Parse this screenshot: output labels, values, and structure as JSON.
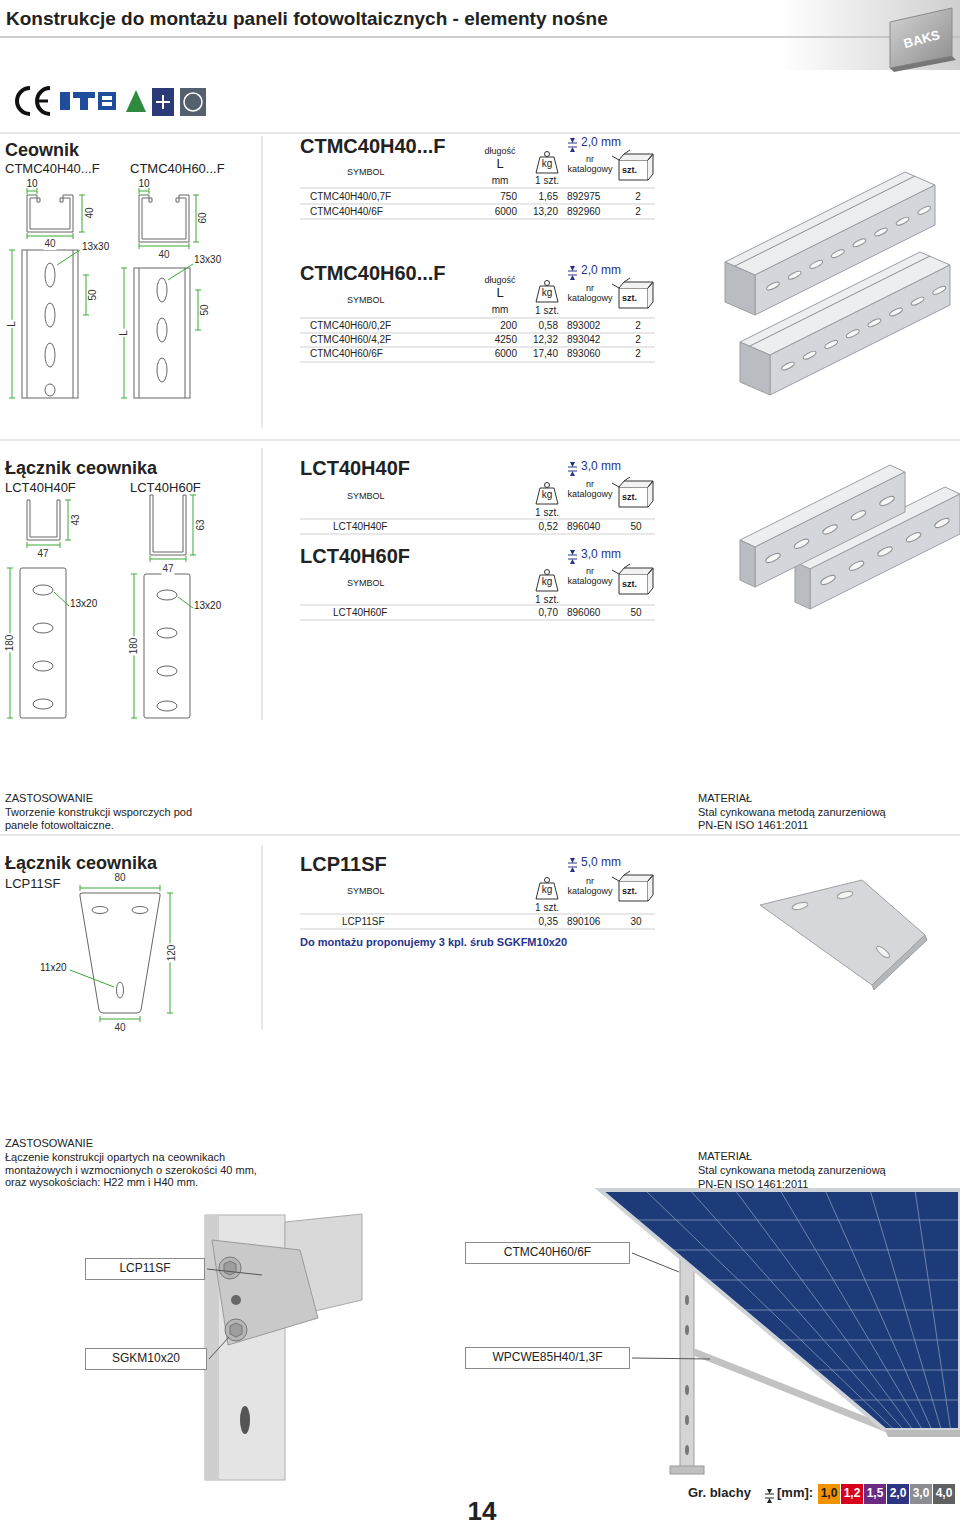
{
  "diagram": {
    "title": "Konstrukcje do montażu paneli fotowoltaicznych - elementy nośne",
    "nodes": [
      {
        "text": [
          "LCP11SF"
        ]
      },
      {
        "text": [
          "CTMC40H60/6F"
        ]
      },
      {
        "text": [
          "SGKM10x20"
        ]
      },
      {
        "text": [
          "WPCWE85H40/1,3F"
        ]
      },
      {
        "text": [
          "1,0"
        ]
      },
      {
        "text": [
          "1,2"
        ]
      },
      {
        "text": [
          "1,5"
        ]
      },
      {
        "text": [
          "2,0"
        ]
      },
      {
        "text": [
          "3,0"
        ]
      },
      {
        "text": [
          "4,0"
        ]
      }
    ],
    "labels": [
      "BAKS",
      "Ceownik",
      "CTMC40H40...F",
      "CTMC40H60...F",
      "10",
      "40",
      "40",
      "13x30",
      "L",
      "50",
      "10",
      "60",
      "40",
      "13x30",
      "L",
      "50",
      "CTMC40H40...F",
      "SYMBOL",
      "długość",
      "L",
      "mm",
      "kg",
      "1 szt.",
      "2,0 mm",
      "nr katalogowy",
      "szt.",
      "CTMC40H40/0,7F",
      "750",
      "1,65",
      "892975",
      "2",
      "CTMC40H40/6F",
      "6000",
      "13,20",
      "892960",
      "2",
      "CTMC40H60...F",
      "SYMBOL",
      "długość",
      "L",
      "mm",
      "kg",
      "1 szt.",
      "2,0 mm",
      "nr katalogowy",
      "szt.",
      "CTMC40H60/0,2F",
      "200",
      "0,58",
      "893002",
      "2",
      "CTMC40H60/4,2F",
      "4250",
      "12,32",
      "893042",
      "2",
      "CTMC40H60/6F",
      "6000",
      "17,40",
      "893060",
      "2",
      "Łącznik ceownika",
      "LCT40H40F",
      "LCT40H60F",
      "43",
      "47",
      "13x20",
      "180",
      "63",
      "47",
      "13x20",
      "180",
      "LCT40H40F",
      "SYMBOL",
      "kg",
      "1 szt.",
      "3,0 mm",
      "nr katalogowy",
      "szt.",
      "LCT40H40F",
      "0,52",
      "896040",
      "50",
      "LCT40H60F",
      "SYMBOL",
      "kg",
      "1 szt.",
      "3,0 mm",
      "nr katalogowy",
      "szt.",
      "LCT40H60F",
      "0,70",
      "896060",
      "50",
      "ZASTOSOWANIE",
      "Tworzenie konstrukcji wsporczych pod panele fotowoltaiczne.",
      "MATERIAŁ",
      "Stal cynkowana metodą zanurzeniową",
      "PN-EN ISO 1461:2011",
      "Łącznik ceownika",
      "LCP11SF",
      "80",
      "11x20",
      "120",
      "40",
      "LCP11SF",
      "SYMBOL",
      "kg",
      "1 szt.",
      "5,0 mm",
      "nr katalogowy",
      "szt.",
      "LCP11SF",
      "0,35",
      "890106",
      "30",
      "Do montażu proponujemy 3 kpl. śrub SGKFM10x20",
      "ZASTOSOWANIE",
      "Łączenie konstrukcji opartych na ceownikach montażowych i wzmocnionych o szerokości 40 mm, oraz wysokościach: H22 mm i H40 mm.",
      "MATERIAŁ",
      "Stal cynkowana metodą zanurzeniową",
      "PN-EN ISO 1461:2011",
      "14",
      "Gr. blachy",
      "[mm]:"
    ]
  }
}
